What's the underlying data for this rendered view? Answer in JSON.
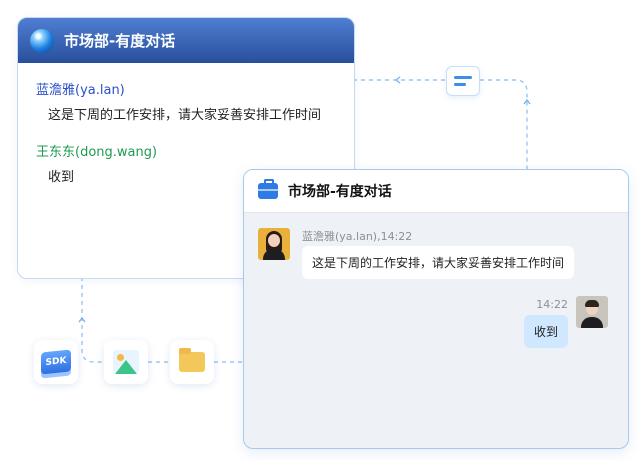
{
  "left_window": {
    "title": "市场部-有度对话",
    "messages": [
      {
        "sender": "蓝澹雅(ya.lan)",
        "text": "这是下周的工作安排，请大家妥善安排工作时间"
      },
      {
        "sender": "王东东(dong.wang)",
        "text": "收到"
      }
    ]
  },
  "right_window": {
    "title": "市场部-有度对话",
    "incoming": {
      "meta": "蓝澹雅(ya.lan),14:22",
      "text": "这是下周的工作安排，请大家妥善安排工作时间"
    },
    "outgoing": {
      "time": "14:22",
      "text": "收到"
    }
  },
  "integrations": [
    {
      "name": "sdk",
      "label": "SDK"
    },
    {
      "name": "image"
    },
    {
      "name": "folder"
    }
  ],
  "colors": {
    "accent": "#2f7be5",
    "header_gradient_top": "#4f7ed2",
    "header_gradient_bottom": "#284f9c",
    "sender_blue": "#2b4fcc",
    "sender_green": "#1f9a52",
    "outgoing_bubble": "#cfe7ff"
  }
}
